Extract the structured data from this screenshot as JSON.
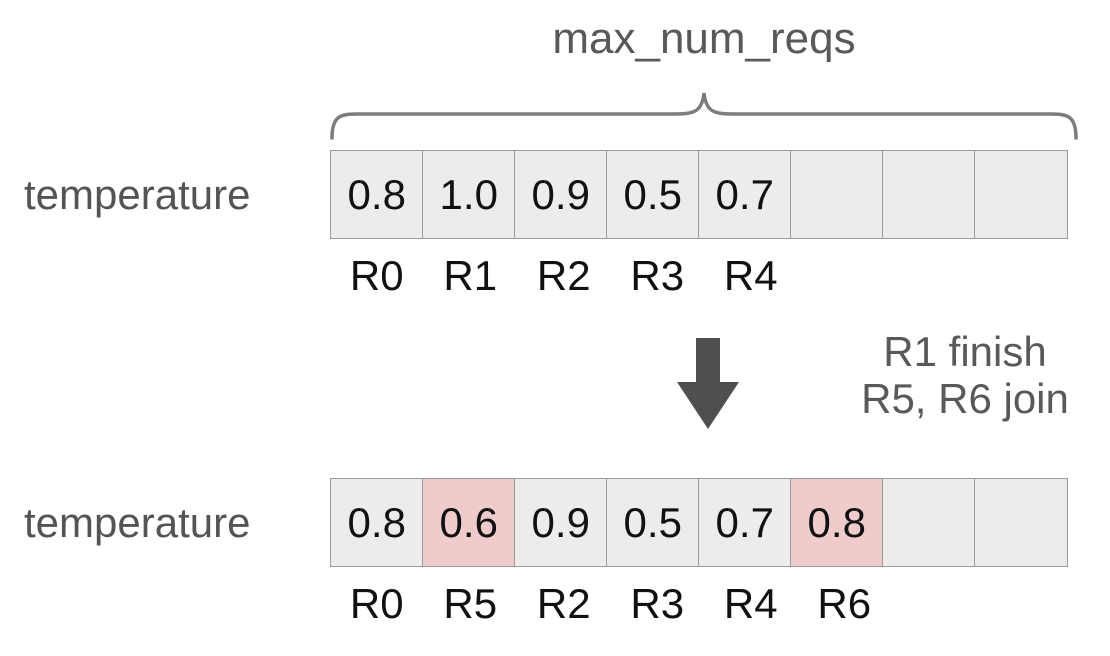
{
  "title": "max_num_reqs",
  "colors": {
    "cell_background": "#ececec",
    "cell_border": "#9a9a9a",
    "highlight_background": "#f0cbcb",
    "gray_text": "#595959",
    "arrow": "#4f4f4f"
  },
  "rows": [
    {
      "label": "temperature",
      "cells": [
        {
          "value": "0.8",
          "highlighted": false
        },
        {
          "value": "1.0",
          "highlighted": false
        },
        {
          "value": "0.9",
          "highlighted": false
        },
        {
          "value": "0.5",
          "highlighted": false
        },
        {
          "value": "0.7",
          "highlighted": false
        },
        {
          "value": "",
          "highlighted": false
        },
        {
          "value": "",
          "highlighted": false
        },
        {
          "value": "",
          "highlighted": false
        }
      ],
      "request_labels": [
        "R0",
        "R1",
        "R2",
        "R3",
        "R4",
        "",
        "",
        ""
      ]
    },
    {
      "label": "temperature",
      "cells": [
        {
          "value": "0.8",
          "highlighted": false
        },
        {
          "value": "0.6",
          "highlighted": true
        },
        {
          "value": "0.9",
          "highlighted": false
        },
        {
          "value": "0.5",
          "highlighted": false
        },
        {
          "value": "0.7",
          "highlighted": false
        },
        {
          "value": "0.8",
          "highlighted": true
        },
        {
          "value": "",
          "highlighted": false
        },
        {
          "value": "",
          "highlighted": false
        }
      ],
      "request_labels": [
        "R0",
        "R5",
        "R2",
        "R3",
        "R4",
        "R6",
        "",
        ""
      ]
    }
  ],
  "transition": {
    "line1": "R1 finish",
    "line2": "R5, R6 join"
  }
}
